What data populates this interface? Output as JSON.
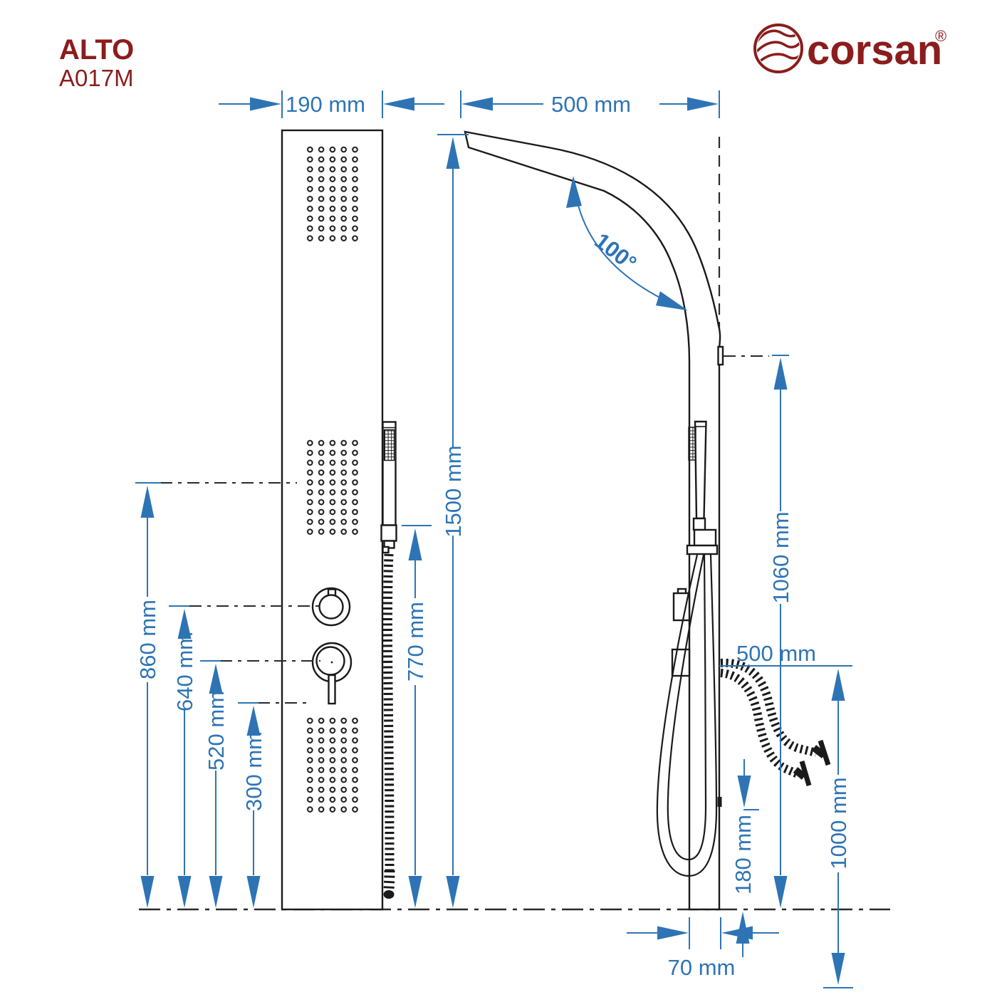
{
  "header": {
    "product_name": "ALTO",
    "product_code": "A017M"
  },
  "brand": {
    "name": "corsan",
    "registered_mark": "®"
  },
  "colors": {
    "dimension_blue": "#2E74B5",
    "brand_red": "#8B1D1D",
    "line_black": "#1A1A1A"
  },
  "dimensions": {
    "panel_width": "190 mm",
    "arm_reach": "500 mm",
    "panel_height": "1500 mm",
    "hand_shower_height": "770 mm",
    "upper_jets_height": "860 mm",
    "upper_knob_height": "640 mm",
    "lower_knob_height": "520 mm",
    "lower_jets_height": "300 mm",
    "arm_outlet_height": "1060 mm",
    "supply_hose_length": "500 mm",
    "supply_hose_drop": "1000 mm",
    "inlet_height": "180 mm",
    "base_depth": "70 mm",
    "arm_angle": "100°"
  }
}
